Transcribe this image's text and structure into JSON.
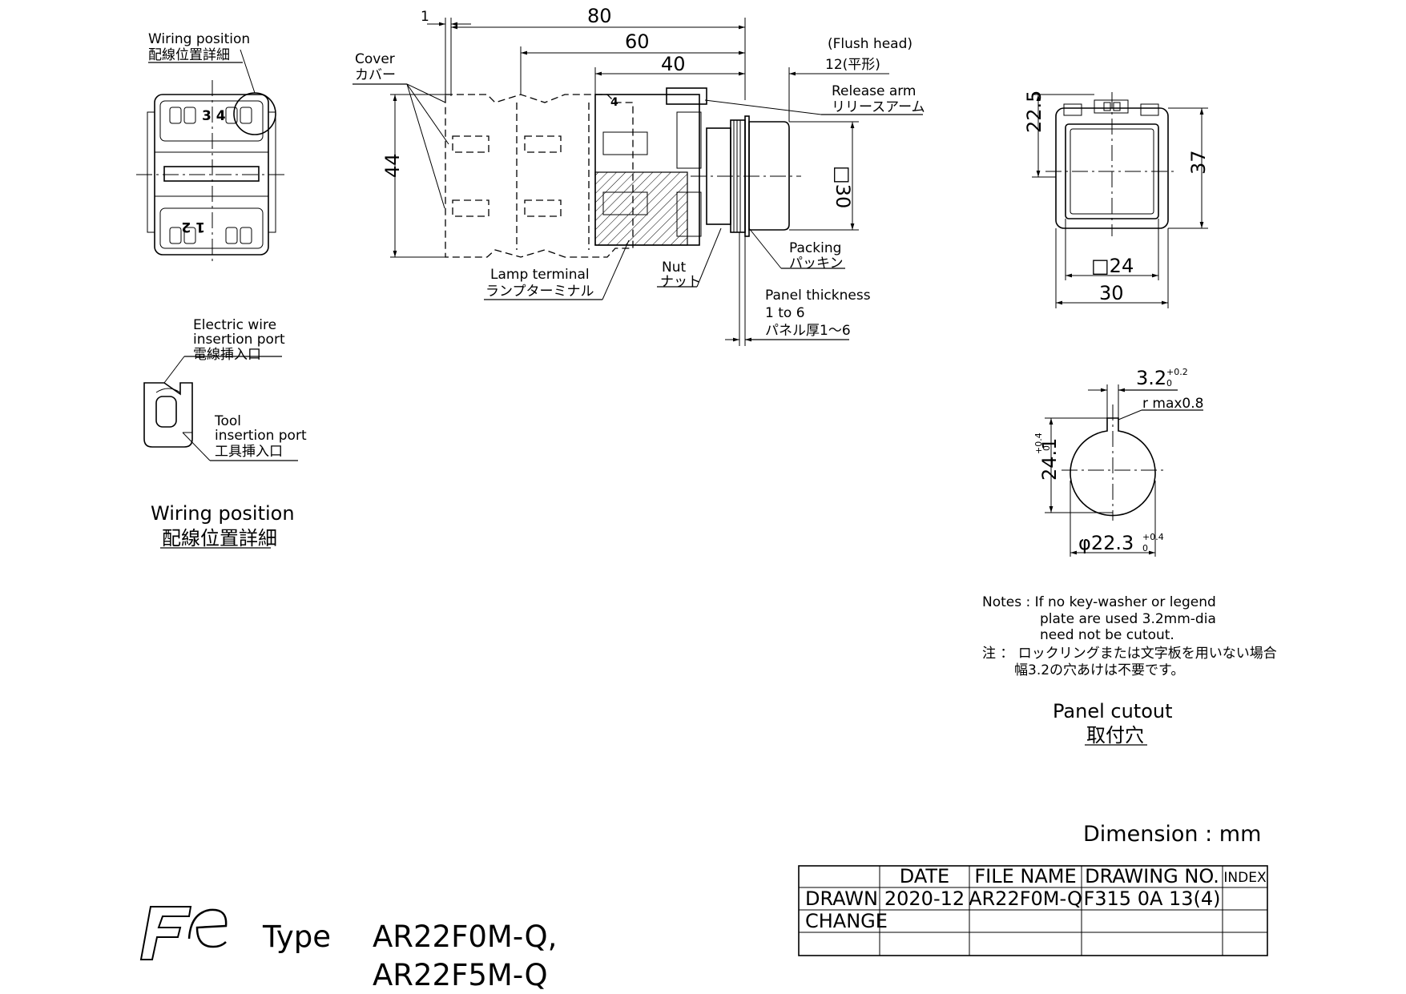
{
  "wiring_detail": {
    "callout_en": "Wiring position",
    "callout_ja": "配線位置詳細",
    "terminal_top": "3 4",
    "terminal_bottom": "1 2",
    "wire_port_en1": "Electric wire",
    "wire_port_en2": "insertion port",
    "wire_port_ja": "電線挿入口",
    "tool_port_en1": "Tool",
    "tool_port_en2": "insertion port",
    "tool_port_ja": "工具挿入口",
    "title_en": "Wiring position",
    "title_ja": "配線位置詳細"
  },
  "side_view": {
    "dim_1": "1",
    "dim_80": "80",
    "dim_60": "60",
    "dim_40": "40",
    "dim_44": "44",
    "dim_sq30": "□30",
    "flush_head": "(Flush head)",
    "dim_12": "12(平形)",
    "cover_en": "Cover",
    "cover_ja": "カバー",
    "release_en": "Release arm",
    "release_ja": "リリースアーム",
    "packing_en": "Packing",
    "packing_ja": "パッキン",
    "nut_en": "Nut",
    "nut_ja": "ナット",
    "lamp_en": "Lamp terminal",
    "lamp_ja": "ランプターミナル",
    "panel_en1": "Panel thickness",
    "panel_en2": "1 to 6",
    "panel_ja": "パネル厚1～6",
    "terminal_mark": "4"
  },
  "front_view": {
    "dim_22_5": "22.5",
    "dim_37": "37",
    "dim_sq24": "□24",
    "dim_30": "30"
  },
  "cutout": {
    "dim_3_2": "3.2",
    "tol_3_2_upper": "+0.2",
    "tol_3_2_lower": "0",
    "r_max": "r max0.8",
    "dim_24_1": "24.1",
    "tol_24_1_upper": "+0.4",
    "tol_24_1_lower": "0",
    "dim_22_3": "φ22.3",
    "tol_22_3_upper": "+0.4",
    "tol_22_3_lower": "0",
    "title_en": "Panel cutout",
    "title_ja": "取付穴"
  },
  "notes": {
    "line1": "Notes : If no key-washer or legend",
    "line2": "plate are used 3.2mm-dia",
    "line3": "need not be cutout.",
    "line4": "注 ： ロックリングまたは文字板を用いない場合",
    "line5": "幅3.2の穴あけは不要です。"
  },
  "dimension_unit": "Dimension : mm",
  "title_block": {
    "headers": [
      "",
      "DATE",
      "FILE NAME",
      "DRAWING NO.",
      "INDEX"
    ],
    "rows": [
      [
        "DRAWN",
        "2020-12",
        "AR22F0M-Q",
        "F315 0A 13(4)",
        ""
      ],
      [
        "CHANGE",
        "",
        "",
        "",
        ""
      ],
      [
        "",
        "",
        "",
        "",
        ""
      ]
    ]
  },
  "product": {
    "type_label": "Type",
    "model_1": "AR22F0M-Q,",
    "model_2": "AR22F5M-Q"
  }
}
